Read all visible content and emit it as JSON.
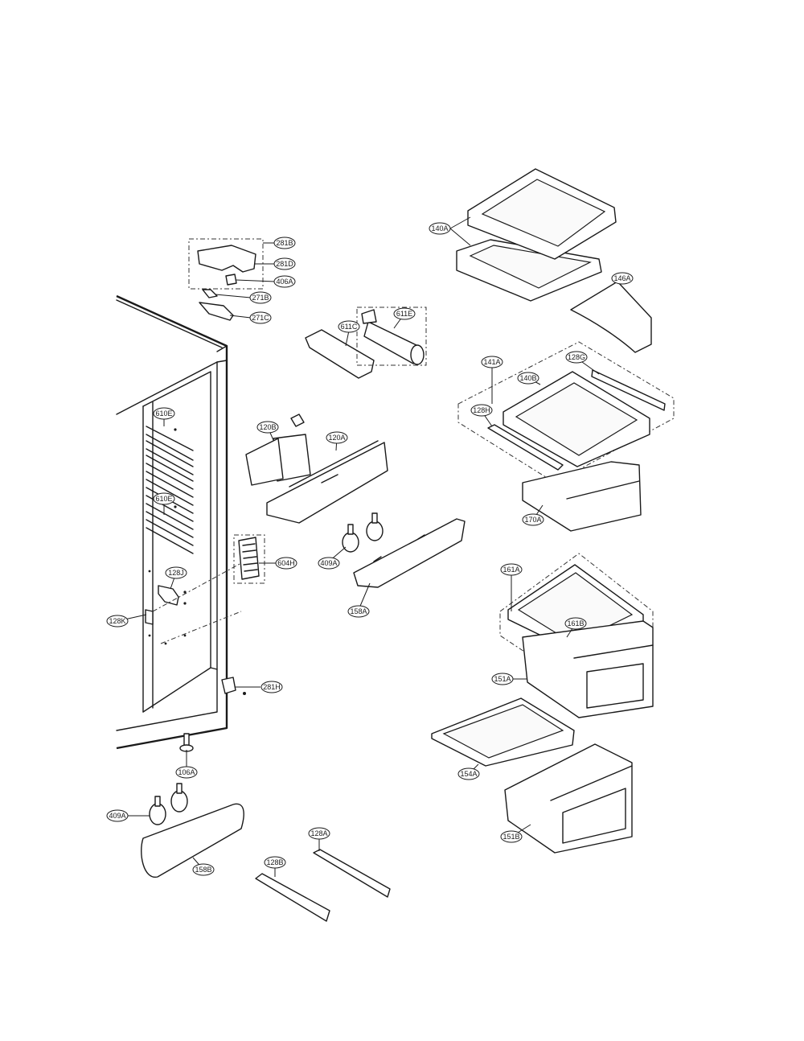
{
  "callouts": [
    {
      "id": "140A"
    },
    {
      "id": "146A"
    },
    {
      "id": "281B"
    },
    {
      "id": "281D"
    },
    {
      "id": "406A"
    },
    {
      "id": "271B"
    },
    {
      "id": "271C"
    },
    {
      "id": "611C"
    },
    {
      "id": "611E"
    },
    {
      "id": "141A"
    },
    {
      "id": "128G"
    },
    {
      "id": "140B"
    },
    {
      "id": "128H"
    },
    {
      "id": "170A"
    },
    {
      "id": "610E"
    },
    {
      "id": "610E"
    },
    {
      "id": "120B"
    },
    {
      "id": "120A"
    },
    {
      "id": "604H"
    },
    {
      "id": "409A"
    },
    {
      "id": "158A"
    },
    {
      "id": "128J"
    },
    {
      "id": "128K"
    },
    {
      "id": "161A"
    },
    {
      "id": "161B"
    },
    {
      "id": "151A"
    },
    {
      "id": "281H"
    },
    {
      "id": "106A"
    },
    {
      "id": "154A"
    },
    {
      "id": "409A"
    },
    {
      "id": "151B"
    },
    {
      "id": "128A"
    },
    {
      "id": "128B"
    },
    {
      "id": "158B"
    }
  ]
}
